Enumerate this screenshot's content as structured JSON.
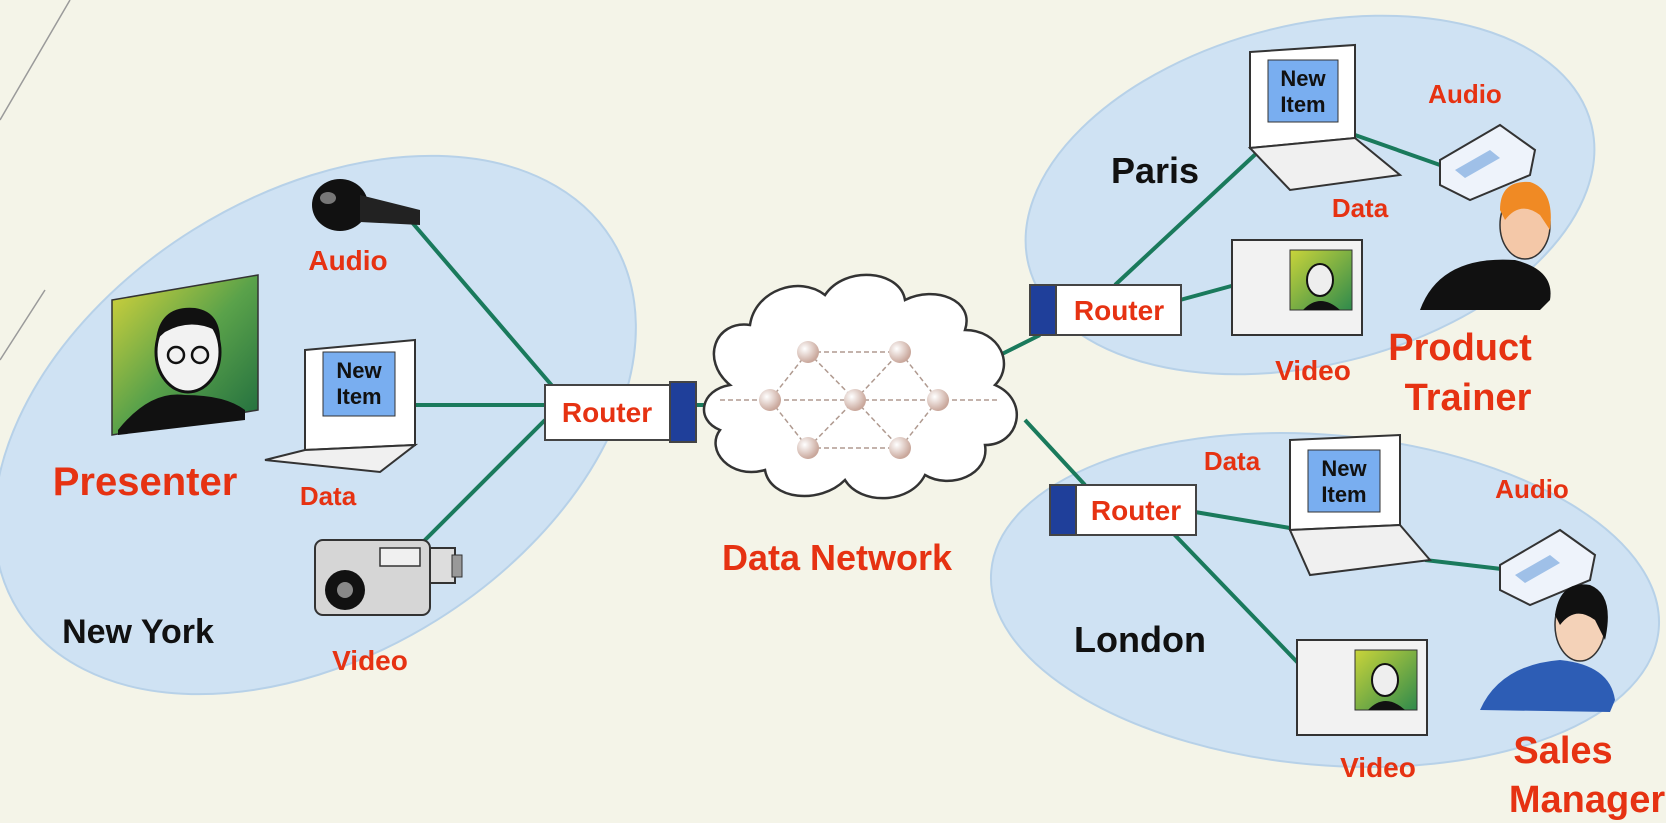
{
  "colors": {
    "background": "#f4f4e8",
    "region_fill": "#cfe2f3",
    "region_edge": "#9ec0dd",
    "link": "#1a7a5c",
    "label_red": "#e63212",
    "label_black": "#111111",
    "router_blue": "#1f3f9a",
    "screen_blue": "#79aef0"
  },
  "network": {
    "label": "Data Network"
  },
  "sites": {
    "new_york": {
      "name": "New York",
      "role": "Presenter",
      "router": "Router",
      "audio": "Audio",
      "data": "Data",
      "video": "Video",
      "screen_text_1": "New",
      "screen_text_2": "Item"
    },
    "paris": {
      "name": "Paris",
      "role_line_1": "Product",
      "role_line_2": "Trainer",
      "router": "Router",
      "audio": "Audio",
      "data": "Data",
      "video": "Video",
      "screen_text_1": "New",
      "screen_text_2": "Item"
    },
    "london": {
      "name": "London",
      "role_line_1": "Sales",
      "role_line_2": "Manager",
      "router": "Router",
      "audio": "Audio",
      "data": "Data",
      "video": "Video",
      "screen_text_1": "New",
      "screen_text_2": "Item"
    }
  }
}
